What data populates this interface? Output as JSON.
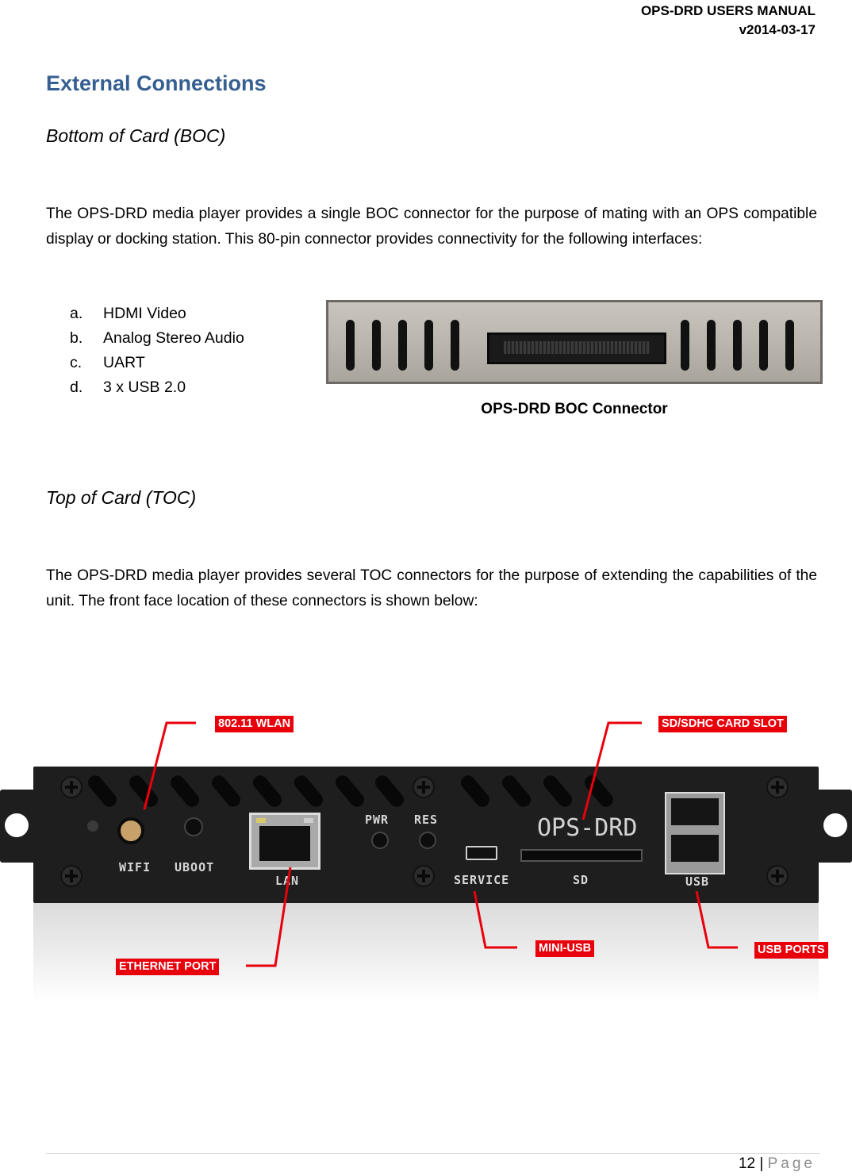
{
  "header": {
    "title": "OPS-DRD USERS MANUAL",
    "version": "v2014-03-17"
  },
  "section_title": "External Connections",
  "boc": {
    "heading": "Bottom of Card (BOC)",
    "paragraph": "The OPS-DRD media player provides a single BOC connector for the purpose of mating with an OPS compatible display or docking station.  This 80-pin connector provides connectivity for the following interfaces:",
    "interfaces": [
      {
        "marker": "a.",
        "label": "HDMI Video"
      },
      {
        "marker": "b.",
        "label": "Analog Stereo Audio"
      },
      {
        "marker": "c.",
        "label": "UART"
      },
      {
        "marker": "d.",
        "label": "3 x USB 2.0"
      }
    ],
    "figure_caption": "OPS-DRD BOC Connector"
  },
  "toc": {
    "heading": "Top of Card (TOC)",
    "paragraph": "The OPS-DRD media player provides several TOC connectors for the purpose of extending the capabilities of the unit.  The front face location of these connectors is shown below:",
    "panel_labels": {
      "wifi": "WIFI",
      "uboot": "UBOOT",
      "lan": "LAN",
      "pwr": "PWR",
      "res": "RES",
      "service": "SERVICE",
      "brand": "OPS-DRD",
      "sd": "SD",
      "usb": "USB"
    },
    "callouts": {
      "wlan": "802.11 WLAN",
      "sd_slot": "SD/SDHC CARD SLOT",
      "ethernet": "ETHERNET PORT",
      "mini_usb": "MINI-USB",
      "usb_ports": "USB PORTS"
    },
    "callout_color": "#e8000b"
  },
  "footer": {
    "page_number": "12",
    "separator": "|",
    "page_word": "Page"
  }
}
